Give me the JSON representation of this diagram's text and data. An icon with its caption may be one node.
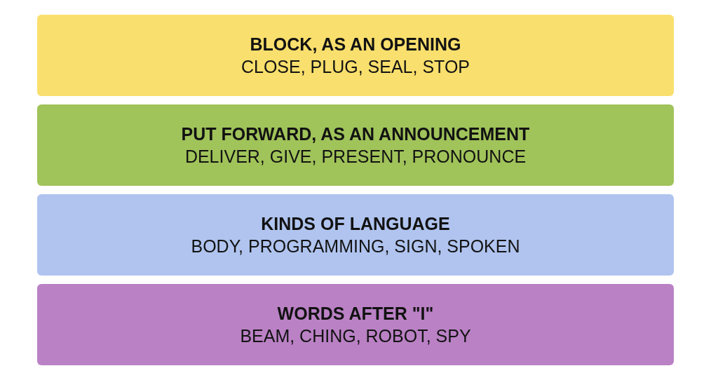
{
  "diagram": {
    "nodes": [
      {
        "text": [
          "BLOCK, AS AN OPENING",
          "CLOSE, PLUG, SEAL, STOP"
        ]
      },
      {
        "text": [
          "PUT FORWARD, AS AN ANNOUNCEMENT",
          "DELIVER, GIVE, PRESENT, PRONOUNCE"
        ]
      },
      {
        "text": [
          "KINDS OF LANGUAGE",
          "BODY, PROGRAMMING, SIGN, SPOKEN"
        ]
      },
      {
        "text": [
          "WORDS AFTER \"I\"",
          "BEAM, CHING, ROBOT, SPY"
        ]
      }
    ]
  }
}
